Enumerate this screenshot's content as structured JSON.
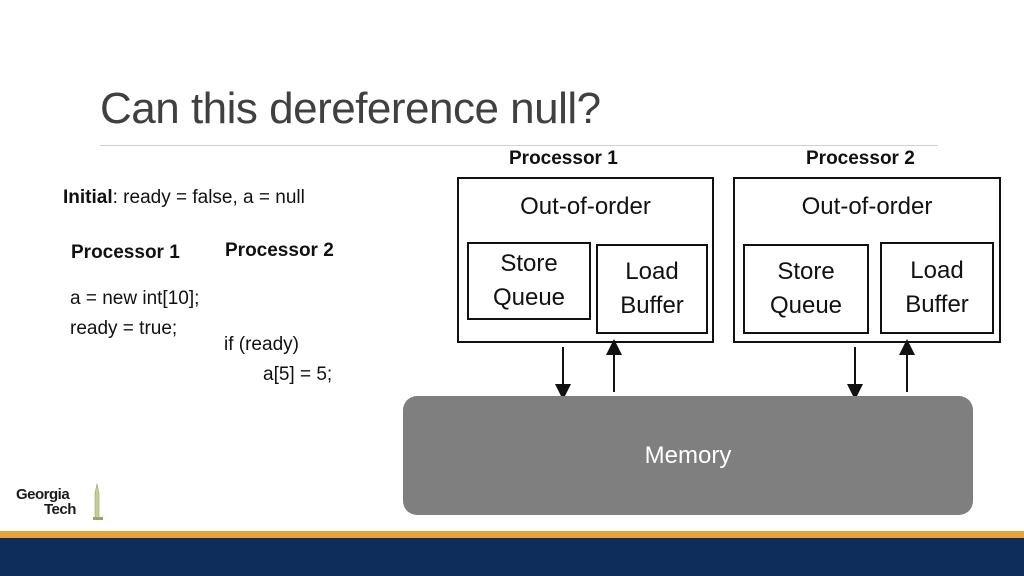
{
  "slide": {
    "title": "Can this dereference null?"
  },
  "code": {
    "initial_label": "Initial",
    "initial_text": ": ready = false, a = null",
    "p1_header": "Processor 1",
    "p2_header": "Processor 2",
    "p1_lines": [
      "a = new int[10];",
      "ready = true;"
    ],
    "p2_lines": [
      "if (ready)",
      "a[5] = 5;"
    ]
  },
  "diagram": {
    "processors": [
      {
        "name": "Processor 1",
        "core_label": "Out-of-order",
        "store_queue": [
          "Store",
          "Queue"
        ],
        "load_buffer": [
          "Load",
          "Buffer"
        ]
      },
      {
        "name": "Processor 2",
        "core_label": "Out-of-order",
        "store_queue": [
          "Store",
          "Queue"
        ],
        "load_buffer": [
          "Load",
          "Buffer"
        ]
      }
    ],
    "memory_label": "Memory"
  },
  "footer": {
    "logo_line1": "Georgia",
    "logo_line2": "Tech",
    "colors": {
      "gold": "#e8a23a",
      "navy": "#0f2d5a",
      "memory": "#7f7f7f"
    }
  }
}
